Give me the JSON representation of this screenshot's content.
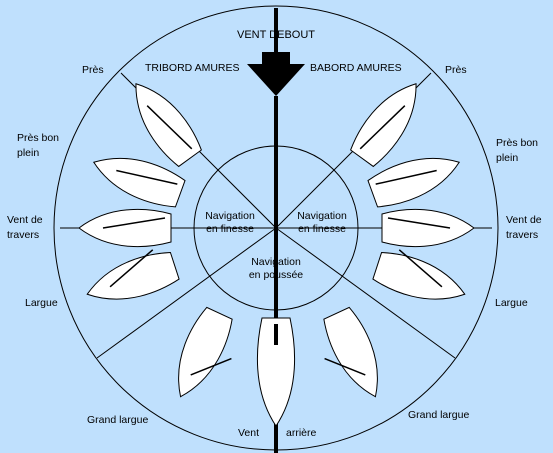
{
  "colors": {
    "background": "#bfe0fd",
    "boat_fill": "#ffffff",
    "lines": "#000000"
  },
  "title": "VENT DEBOUT",
  "tack_left": "TRIBORD AMURES",
  "tack_right": "BABORD AMURES",
  "points_of_sail": {
    "pres": "Près",
    "pres_bon_plein_1": "Près bon",
    "pres_bon_plein_2": "plein",
    "vent_de_travers_1": "Vent de",
    "vent_de_travers_2": "travers",
    "largue": "Largue",
    "grand_largue": "Grand largue",
    "vent_arriere_1": "Vent",
    "vent_arriere_2": "arrière"
  },
  "zones": {
    "finesse_1": "Navigation",
    "finesse_2": "en finesse",
    "poussee_1": "Navigation",
    "poussee_2": "en poussée"
  }
}
